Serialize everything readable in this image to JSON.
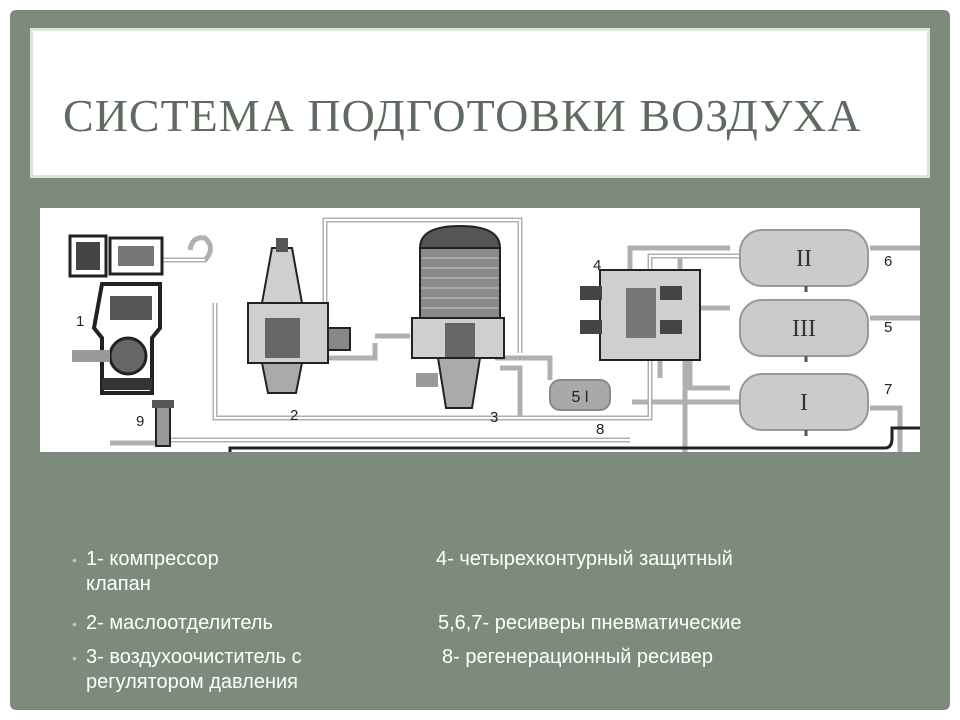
{
  "title": "СИСТЕМА ПОДГОТОВКИ ВОЗДУХА",
  "diagram": {
    "labels": [
      "1",
      "2",
      "3",
      "4",
      "5",
      "6",
      "7",
      "8",
      "9"
    ],
    "tank_numerals": [
      "II",
      "III",
      "I"
    ],
    "regen_label": "5 l"
  },
  "legend": {
    "left": [
      "1- компрессор",
      "клапан",
      "2- маслоотделитель",
      "3- воздухоочиститель с",
      "регулятором давления"
    ],
    "right": [
      "4- четырехконтурный защитный",
      "5,6,7- ресиверы пневматические",
      "8- регенерационный ресивер"
    ]
  }
}
